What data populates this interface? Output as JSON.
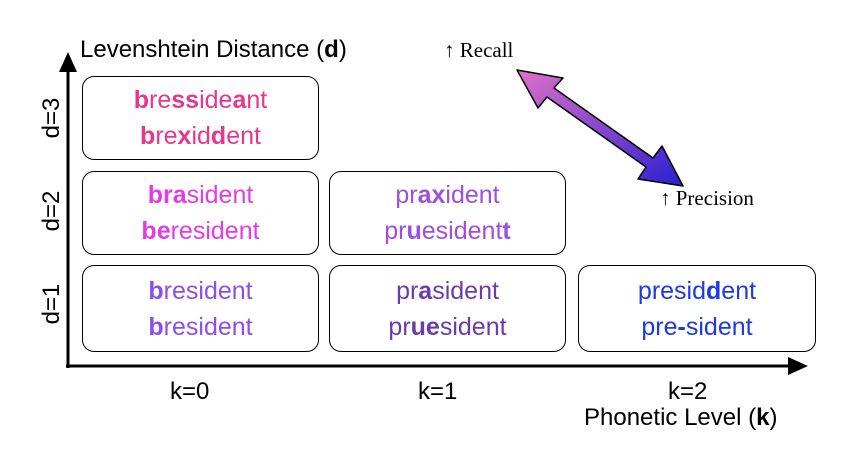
{
  "y_axis_title": "Levenshtein Distance (",
  "y_axis_var": "d",
  "x_axis_title": "Phonetic Level (",
  "x_axis_var": "k",
  "close_paren": ")",
  "rows": [
    "d=3",
    "d=2",
    "d=1"
  ],
  "cols": [
    "k=0",
    "k=1",
    "k=2"
  ],
  "recall_label": "↑ Recall",
  "precision_label": "↑ Precision",
  "cells": {
    "d3k0": {
      "color": "#e6388a",
      "words": [
        [
          [
            "b",
            true
          ],
          [
            "re",
            false
          ],
          [
            "ss",
            true
          ],
          [
            "ide",
            false
          ],
          [
            "a",
            true
          ],
          [
            "nt",
            false
          ]
        ],
        [
          [
            "b",
            true
          ],
          [
            "re",
            false
          ],
          [
            "x",
            true
          ],
          [
            "id",
            false
          ],
          [
            "d",
            true
          ],
          [
            "ent",
            false
          ]
        ]
      ]
    },
    "d2k0": {
      "color": "#e33ce6",
      "words": [
        [
          [
            "bra",
            true
          ],
          [
            "sident",
            false
          ]
        ],
        [
          [
            "be",
            true
          ],
          [
            "resident",
            false
          ]
        ]
      ]
    },
    "d2k1": {
      "color": "#9c4fe0",
      "words": [
        [
          [
            "pr",
            false
          ],
          [
            "ax",
            true
          ],
          [
            "ident",
            false
          ]
        ],
        [
          [
            "pr",
            false
          ],
          [
            "u",
            true
          ],
          [
            "esident",
            false
          ],
          [
            "t",
            true
          ]
        ]
      ]
    },
    "d1k0": {
      "color": "#8c4fe8",
      "words": [
        [
          [
            "b",
            true
          ],
          [
            "resident",
            false
          ]
        ],
        [
          [
            "b",
            true
          ],
          [
            "resident",
            false
          ]
        ]
      ]
    },
    "d1k1": {
      "color": "#6a3ca8",
      "words": [
        [
          [
            "pr",
            false
          ],
          [
            "a",
            true
          ],
          [
            "sident",
            false
          ]
        ],
        [
          [
            "pr",
            false
          ],
          [
            "ue",
            true
          ],
          [
            "sident",
            false
          ]
        ]
      ]
    },
    "d1k2": {
      "color": "#1f3ae0",
      "words": [
        [
          [
            "presid",
            false
          ],
          [
            "d",
            true
          ],
          [
            "ent",
            false
          ]
        ],
        [
          [
            "pre",
            false
          ],
          [
            "-",
            true
          ],
          [
            "sident",
            false
          ]
        ]
      ]
    }
  },
  "arrow_gradient": [
    "#e070c8",
    "#2a1fcf"
  ]
}
